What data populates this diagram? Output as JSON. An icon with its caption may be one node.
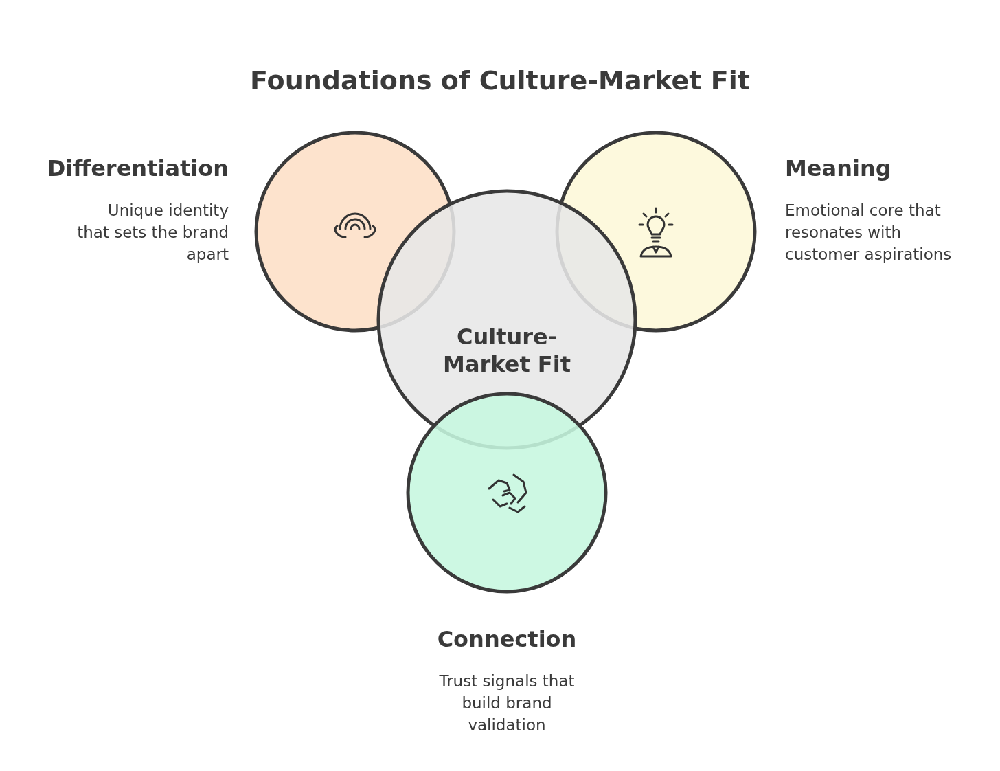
{
  "diagram": {
    "title": "Foundations of Culture-Market Fit",
    "nodes": [
      {
        "text": [
          "Differentiation",
          "Unique identity that sets the brand apart"
        ]
      },
      {
        "text": [
          "Culture-Market Fit"
        ]
      },
      {
        "text": [
          "Meaning",
          "Emotional core that resonates with customer aspirations"
        ]
      },
      {
        "text": [
          "Connection",
          "Trust signals that build brand validation"
        ]
      }
    ]
  }
}
